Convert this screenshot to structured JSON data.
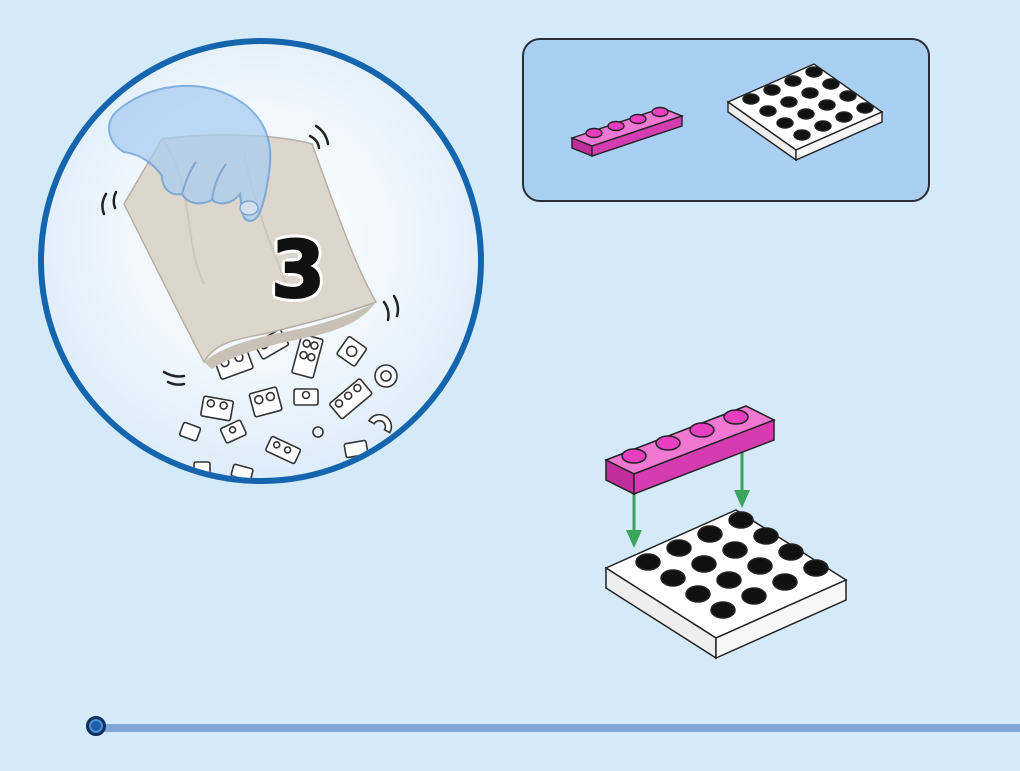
{
  "step": {
    "bag_number": "3"
  },
  "parts_list": {
    "items": [
      {
        "name": "pink-plate-1x4",
        "color": "#e83fc0",
        "quantity": 1
      },
      {
        "name": "white-plate-4x4",
        "color": "#ffffff",
        "quantity": 1
      }
    ]
  },
  "colors": {
    "background": "#d4e9f9",
    "circle_border": "#1565ae",
    "parts_box": "#a9d0f2",
    "pink_brick": "#e83fc0",
    "arrow": "#3aa35c",
    "progress": "#7fa6d8"
  },
  "icons": [
    "hand-icon",
    "bag-icon",
    "scattered-bricks-icon",
    "down-arrow-icon"
  ],
  "progress": {
    "fraction": 0.0
  }
}
